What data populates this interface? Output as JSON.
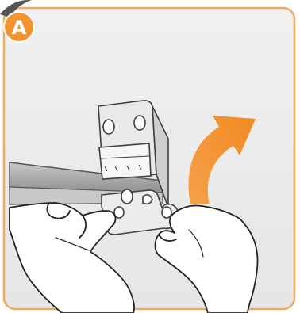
{
  "step": {
    "label": "A",
    "badge_color": "#f39433",
    "frame_color": "#f4a85a",
    "panel_fill": "#eeeeee"
  },
  "illustration": {
    "arrow_color": "#f39433",
    "arrow_direction": "curved-up-right",
    "subject": "bracket-removal"
  }
}
